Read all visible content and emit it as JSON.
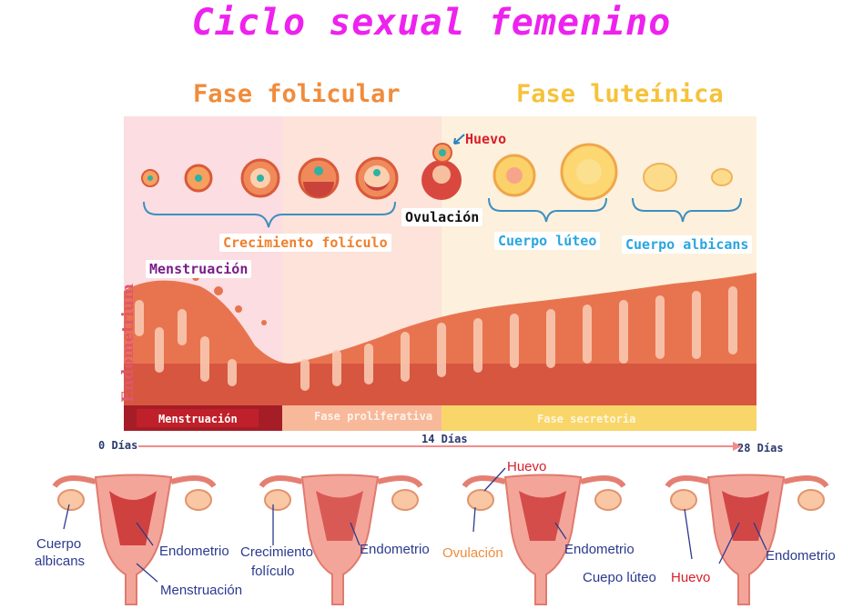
{
  "title": "Ciclo sexual femenino",
  "phases": {
    "follicular": "Fase folicular",
    "luteal": "Fase luteínica"
  },
  "labels": {
    "egg": "Huevo",
    "ovulation": "Ovulación",
    "follicle_growth": "Crecimiento folículo",
    "corpus_luteum": "Cuerpo lúteo",
    "corpus_albicans": "Cuerpo albicans",
    "menstruation": "Menstruación",
    "endometrium_axis": "Endometrium"
  },
  "bar": {
    "menstruation": "Menstruación",
    "proliferative": "Fase proliferativa",
    "secretory": "Fase secretoria"
  },
  "days": {
    "d0": "0 Días",
    "d14": "14 Días",
    "d28": "28 Días"
  },
  "uterus_panels": [
    {
      "left_label_1": "Cuerpo",
      "left_label_2": "albicans",
      "right_label": "Endometrio",
      "bottom_label": "Menstruación"
    },
    {
      "left_label_1": "Crecimiento",
      "left_label_2": "folículo",
      "right_label": "Endometrio"
    },
    {
      "top_label": "Huevo",
      "left_label": "Ovulación",
      "right_label": "Endometrio"
    },
    {
      "left_label": "Cuepo lúteo",
      "left_label_red": "Huevo",
      "right_label": "Endometrio"
    }
  ],
  "colors": {
    "title": "#ee22ee",
    "follicular": "#f08c3c",
    "luteal": "#f5c23a",
    "menstruation_bar": "#c0202a",
    "proliferative_bar": "#f7b99a",
    "secretory_bar": "#f8d66a"
  }
}
